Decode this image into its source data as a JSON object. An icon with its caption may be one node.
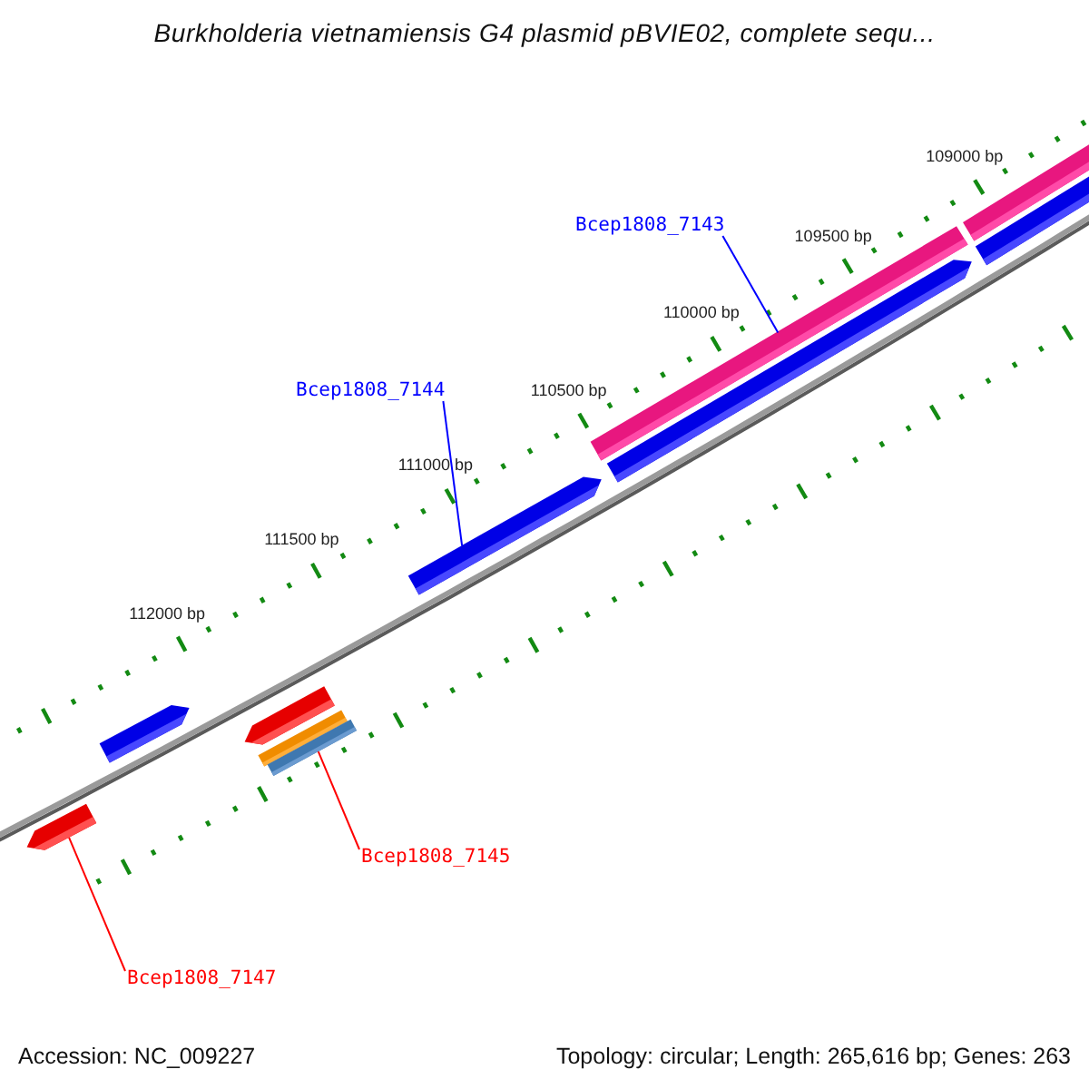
{
  "diagram": {
    "title": "Burkholderia vietnamiensis G4 plasmid pBVIE02, complete sequ...",
    "nodes": [
      {
        "text": [
          "Bcep1808_7143"
        ]
      },
      {
        "text": [],
        "shape": "bar"
      },
      {
        "text": [
          "Bcep1808_7144"
        ]
      },
      {
        "text": [],
        "shape": "bar"
      },
      {
        "text": [
          "Bcep1808_7145"
        ]
      },
      {
        "text": [],
        "shape": "bar"
      },
      {
        "text": [
          "Bcep1808_7147"
        ]
      },
      {
        "text": [],
        "shape": "bar"
      }
    ],
    "edges": [
      {
        "from": 0,
        "to": 1,
        "arrow": "none",
        "color": "#0000ff"
      },
      {
        "from": 2,
        "to": 3,
        "arrow": "none",
        "color": "#0000ff"
      },
      {
        "from": 4,
        "to": 5,
        "arrow": "none",
        "color": "#ff0000"
      },
      {
        "from": 6,
        "to": 7,
        "arrow": "none",
        "color": "#ff0000"
      }
    ],
    "labels": [
      "109000 bp",
      "109500 bp",
      "110000 bp",
      "110500 bp",
      "111000 bp",
      "111500 bp",
      "112000 bp",
      "Accession: NC_009227",
      "Topology: circular; Length: 265,616 bp; Genes: 263"
    ]
  }
}
